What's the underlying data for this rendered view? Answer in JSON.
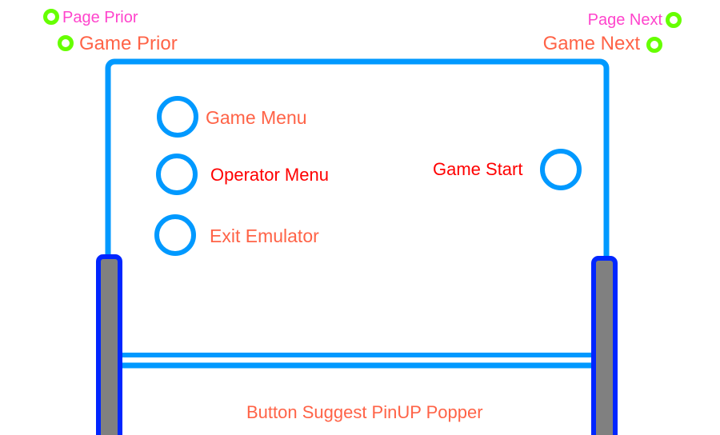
{
  "labels": {
    "page_prior": "Page Prior",
    "game_prior": "Game Prior",
    "page_next": "Page Next",
    "game_next": "Game Next",
    "game_menu": "Game Menu",
    "operator_menu": "Operator Menu",
    "exit_emulator": "Exit Emulator",
    "game_start": "Game Start",
    "caption": "Button Suggest PinUP Popper"
  },
  "colors": {
    "cabinet_outline": "#0099ff",
    "leg_outline": "#0026ff",
    "leg_fill": "#808080",
    "flipper_button": "#66ff00",
    "page_label": "#ff44cc",
    "game_label": "#ff6347",
    "red_label": "#ff0000"
  }
}
